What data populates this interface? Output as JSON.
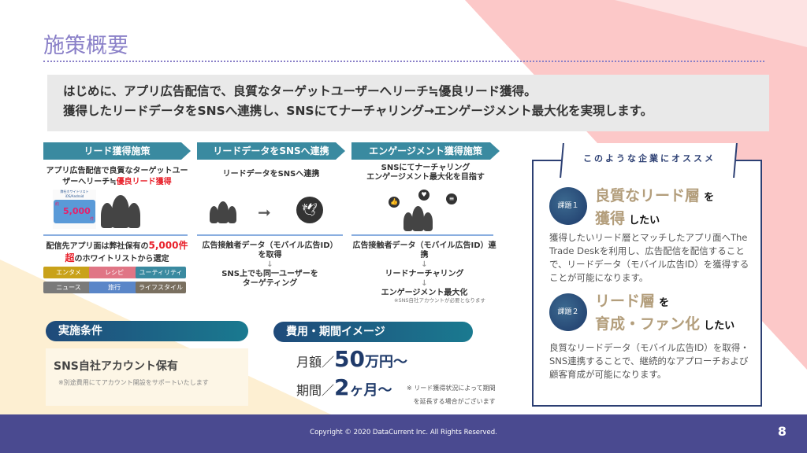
{
  "title": "施策概要",
  "intro": [
    "はじめに、アプリ広告配信で、良質なターゲットユーザーへリーチ≒優良リード獲得。",
    "獲得したリードデータをSNSへ連携し、SNSにてナーチャリング→エンゲージメント最大化を実現します。"
  ],
  "steps": [
    {
      "header": "リード獲得施策",
      "desc1": "アプリ広告配信で良質なターゲットユーザーへリーチ≒",
      "desc_highlight": "優良リード獲得",
      "whitelist": {
        "title": "弊社ホワイトリスト",
        "sub": "iOS/Android",
        "prefix": "約",
        "count": "5,000",
        "suffix": "件"
      },
      "note_pre": "配信先アプリ面は弊社保有の",
      "note_hl": "5,000件超",
      "note_post": "のホワイトリストから選定",
      "tags": [
        {
          "label": "エンタメ",
          "color": "#c9a21a"
        },
        {
          "label": "レシピ",
          "color": "#e07585"
        },
        {
          "label": "ユーティリティ",
          "color": "#3a8aa0"
        },
        {
          "label": "ニュース",
          "color": "#7a7a7a"
        },
        {
          "label": "旅行",
          "color": "#5a86c8"
        },
        {
          "label": "ライフスタイル",
          "color": "#7a7060"
        }
      ]
    },
    {
      "header": "リードデータをSNSへ連携",
      "desc": "リードデータをSNSへ連携",
      "flow": [
        "広告接触者データ（モバイル広告ID）",
        "を取得",
        "↓",
        "SNS上でも同一ユーザーを",
        "ターゲティング"
      ]
    },
    {
      "header": "エンゲージメント獲得施策",
      "desc": [
        "SNSにてナーチャリング",
        "エンゲージメント最大化を目指す"
      ],
      "flow": [
        "広告接触者データ（モバイル広告ID）連携",
        "↓",
        "リードナーチャリング",
        "↓",
        "エンゲージメント最大化"
      ],
      "note": "※SNS自社アカウントが必要となります"
    }
  ],
  "conditions": {
    "header": "実施条件",
    "main": "SNS自社アカウント保有",
    "note": "※別途費用にてアカウント開設をサポートいたします"
  },
  "cost": {
    "header": "費用・期間イメージ",
    "monthly_label": "月額／",
    "monthly_value": "50",
    "monthly_unit": "万円〜",
    "period_label": "期間／",
    "period_value": "2",
    "period_unit": "ヶ月〜",
    "note1": "※ リード獲得状況によって期間",
    "note2": "を延長する場合がございます"
  },
  "recommend": {
    "header": "このような企業にオススメ",
    "items": [
      {
        "badge": "課題１",
        "gold1": "良質なリード層",
        "blk1": "を",
        "gold2": "獲得",
        "blk2": "したい",
        "desc": "獲得したいリード層とマッチしたアプリ面へThe Trade Deskを利用し、広告配信を配信することで、リードデータ（モバイル広告ID）を獲得することが可能になります。"
      },
      {
        "badge": "課題２",
        "gold1": "リード層",
        "blk1": "を",
        "gold2": "育成・ファン化",
        "blk2": "したい",
        "desc": "良質なリードデータ（モバイル広告ID）を取得・SNS連携することで、継続的なアプローチおよび顧客育成が可能になります。"
      }
    ]
  },
  "footer": {
    "copyright": "Copyright © 2020 DataCurrent Inc. All Rights Reserved.",
    "page": "8"
  }
}
